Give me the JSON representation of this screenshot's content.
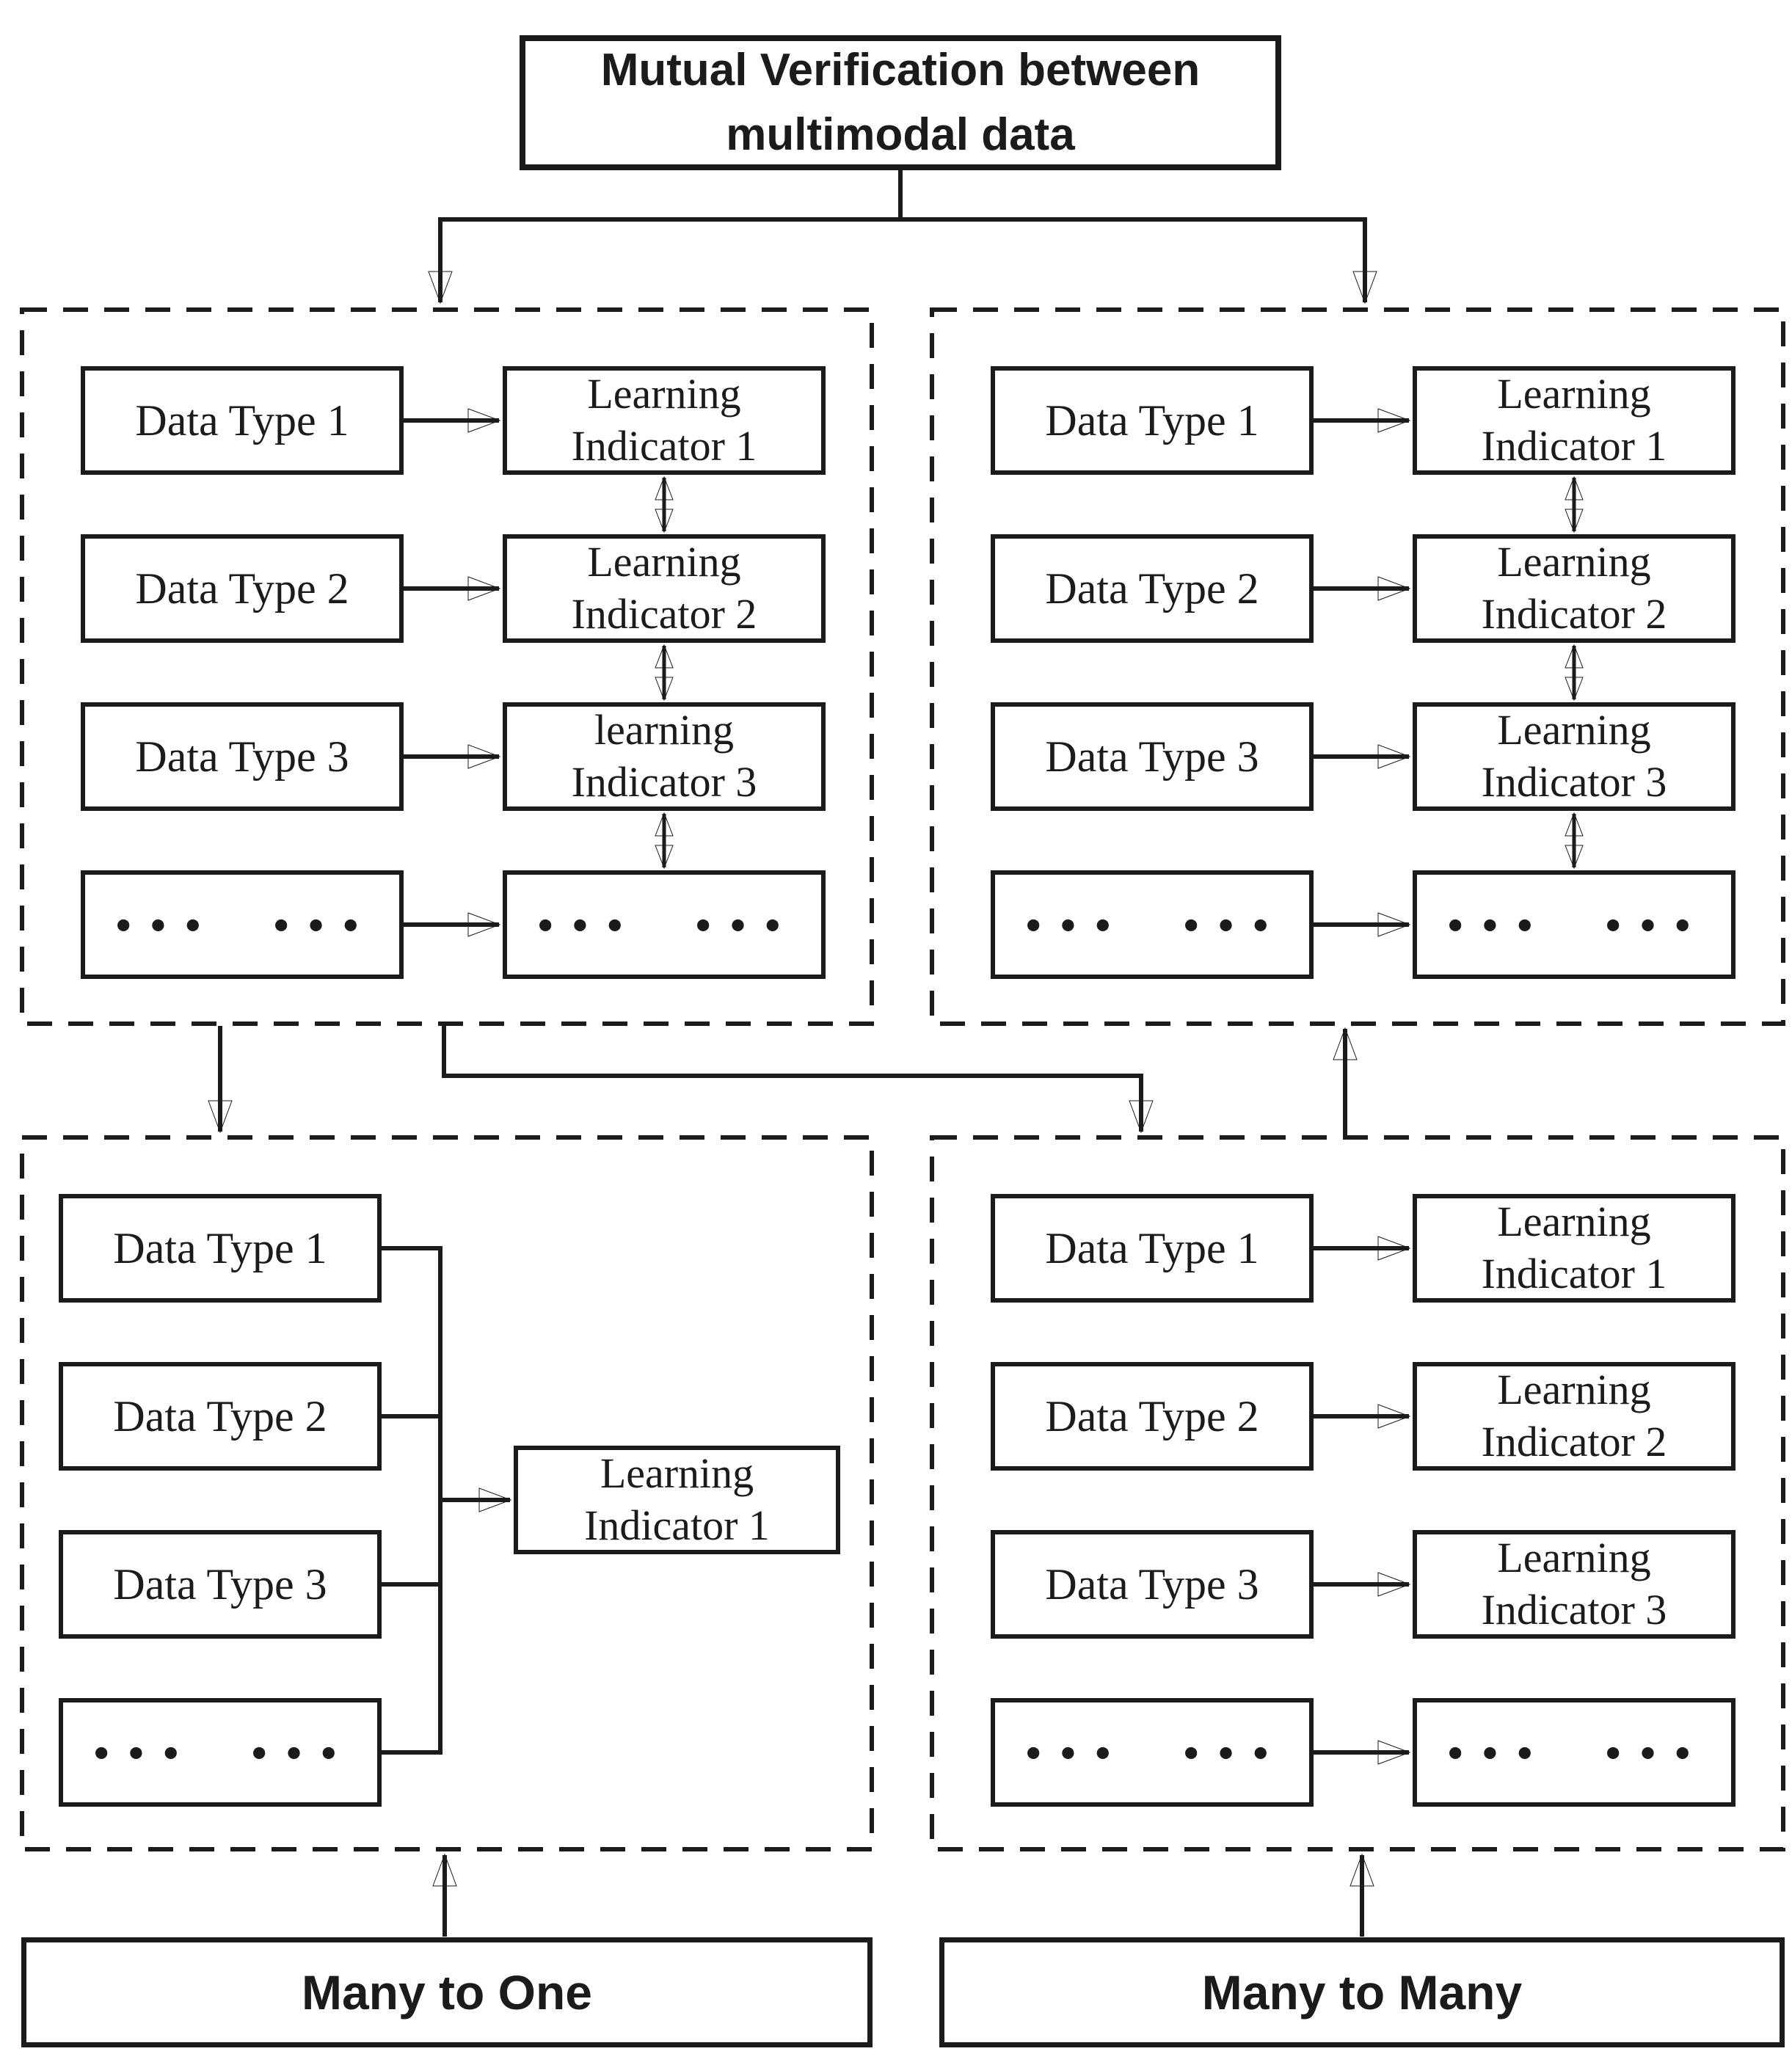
{
  "colors": {
    "background": "#ffffff",
    "line": "#1b1b1b",
    "text": "#1b1b1b"
  },
  "title": {
    "text": "Mutual Verification between multimodal data"
  },
  "panels": {
    "top_left": {
      "rows": [
        {
          "data": "Data Type 1",
          "indicator": "Learning Indicator 1"
        },
        {
          "data": "Data Type 2",
          "indicator": "Learning Indicator 2"
        },
        {
          "data": "Data Type 3",
          "indicator": "learning Indicator 3"
        },
        {
          "data": "··· ···",
          "indicator": "··· ···"
        }
      ]
    },
    "top_right": {
      "rows": [
        {
          "data": "Data Type 1",
          "indicator": "Learning Indicator 1"
        },
        {
          "data": "Data Type 2",
          "indicator": "Learning Indicator 2"
        },
        {
          "data": "Data Type 3",
          "indicator": "Learning Indicator 3"
        },
        {
          "data": "··· ···",
          "indicator": "··· ···"
        }
      ]
    },
    "bottom_left": {
      "data_rows": [
        {
          "label": "Data Type 1"
        },
        {
          "label": "Data Type 2"
        },
        {
          "label": "Data Type 3"
        },
        {
          "label": "··· ···"
        }
      ],
      "indicator": "Learning Indicator 1"
    },
    "bottom_right": {
      "rows": [
        {
          "data": "Data Type 1",
          "indicator": "Learning Indicator 1"
        },
        {
          "data": "Data Type 2",
          "indicator": "Learning Indicator 2"
        },
        {
          "data": "Data Type 3",
          "indicator": "Learning Indicator 3"
        },
        {
          "data": "··· ···",
          "indicator": "··· ···"
        }
      ]
    }
  },
  "footer": {
    "left_label": "Many to One",
    "right_label": "Many to Many"
  }
}
